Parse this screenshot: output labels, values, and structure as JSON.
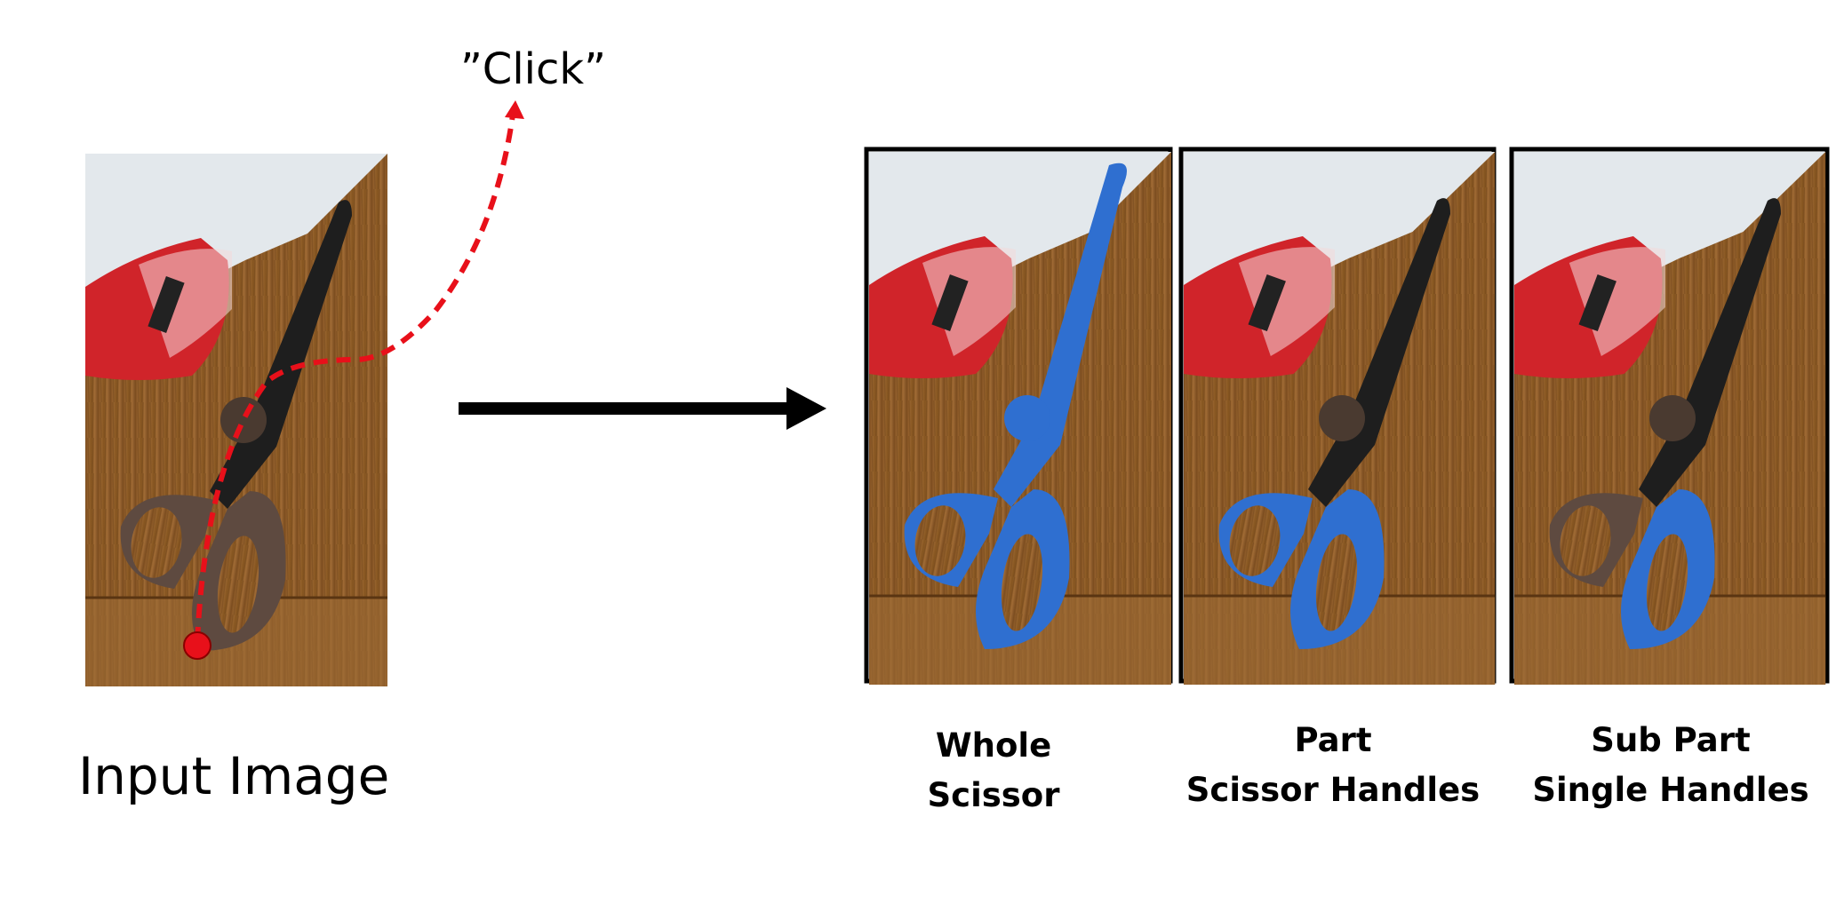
{
  "click_label": "”Click”",
  "input_label": "Input Image",
  "panels": [
    {
      "level": "Whole",
      "name": "Scissor"
    },
    {
      "level": "Part",
      "name": "Scissor Handles"
    },
    {
      "level": "Sub Part",
      "name": "Single Handles"
    }
  ],
  "colors": {
    "mask_blue": "#2f6fd0",
    "click_red": "#e8101a",
    "wood": "#8a5a26",
    "scissor_black": "#1e1e1e",
    "handle_brown": "#5e4a40",
    "tape_red": "#d0242a",
    "paper": "#e8ecef"
  }
}
